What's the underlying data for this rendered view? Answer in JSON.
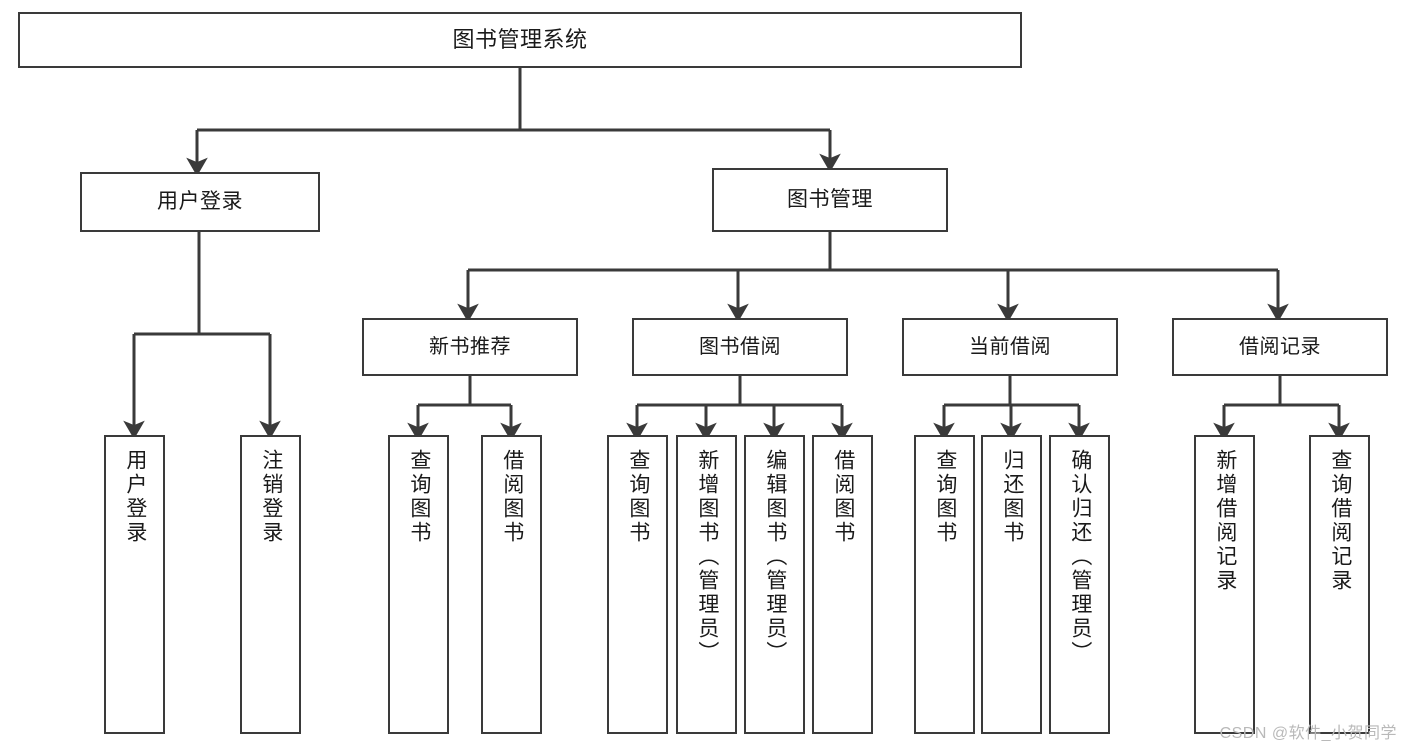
{
  "diagram": {
    "title": "图书管理系统",
    "type": "tree",
    "watermark": "CSDN @软件_小贺同学",
    "colors": {
      "box_border": "#3a3a3a",
      "box_fill": "#ffffff",
      "connector": "#3a3a3a",
      "text": "#1a1a1a",
      "watermark": "#b9b9b9",
      "background": "#ffffff"
    },
    "levels": {
      "root": {
        "label": "图书管理系统"
      },
      "level1": [
        {
          "label": "用户登录"
        },
        {
          "label": "图书管理"
        }
      ],
      "level2": [
        {
          "label": "新书推荐"
        },
        {
          "label": "图书借阅"
        },
        {
          "label": "当前借阅"
        },
        {
          "label": "借阅记录"
        }
      ],
      "leaves": {
        "user_login": [
          {
            "label": "用户登录"
          },
          {
            "label": "注销登录"
          }
        ],
        "new_book_recommend": [
          {
            "label": "查询图书"
          },
          {
            "label": "借阅图书"
          }
        ],
        "book_borrow": [
          {
            "label": "查询图书"
          },
          {
            "label": "新增图书（管理员）"
          },
          {
            "label": "编辑图书（管理员）"
          },
          {
            "label": "借阅图书"
          }
        ],
        "current_borrow": [
          {
            "label": "查询图书"
          },
          {
            "label": "归还图书"
          },
          {
            "label": "确认归还（管理员）"
          }
        ],
        "borrow_record": [
          {
            "label": "新增借阅记录"
          },
          {
            "label": "查询借阅记录"
          }
        ]
      }
    }
  }
}
